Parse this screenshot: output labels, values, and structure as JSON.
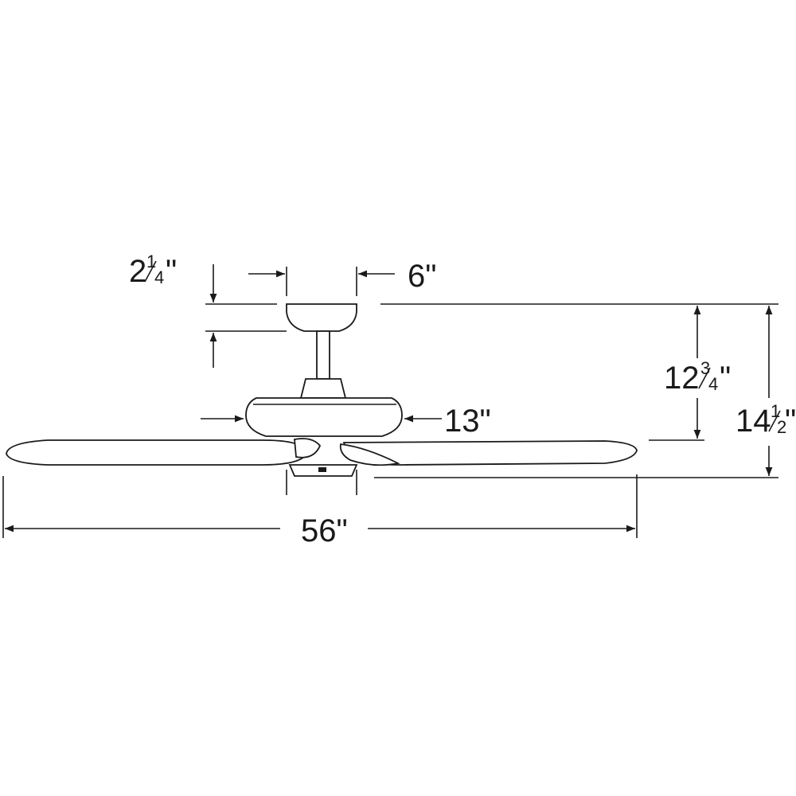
{
  "dimensions": {
    "canopy_height": {
      "whole": "2",
      "frac_num": "1",
      "frac_den": "4",
      "unit": "\""
    },
    "canopy_width": "6\"",
    "housing_width": "13\"",
    "blade_span": "56\"",
    "height_to_blade": {
      "whole": "12",
      "frac_num": "3",
      "frac_den": "4",
      "unit": "\""
    },
    "overall_height": {
      "whole": "14",
      "frac_num": "1",
      "frac_den": "2",
      "unit": "\""
    }
  }
}
